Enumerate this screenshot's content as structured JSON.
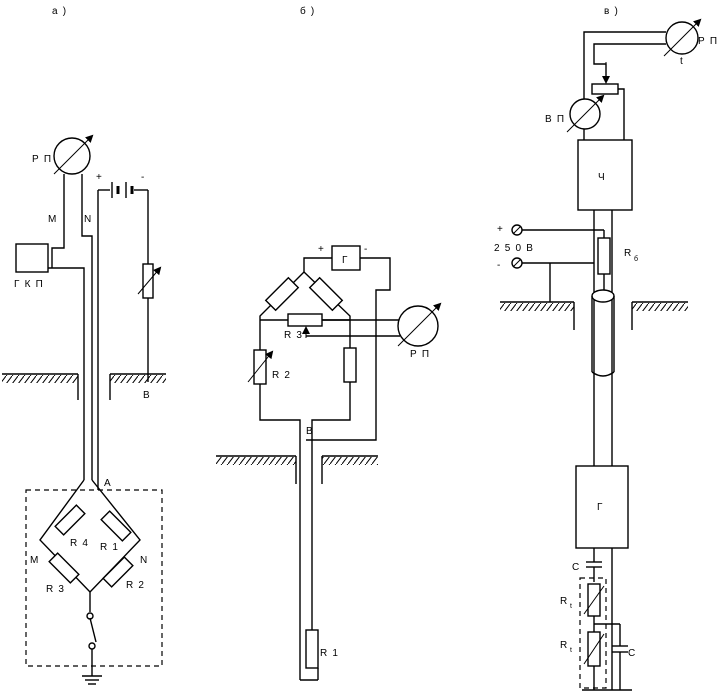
{
  "panels": {
    "a": {
      "tag": "а )",
      "meter": "Р П",
      "gkp": "Г К П",
      "wire_m": "М",
      "wire_n": "N",
      "plus": "+",
      "minus": "-",
      "node_b": "В",
      "node_a": "А",
      "node_m": "М",
      "node_n": "N",
      "r4": "R 4",
      "r1": "R 1",
      "r3": "R 3",
      "r2": "R 2"
    },
    "b": {
      "tag": "б )",
      "gen": "Г",
      "plus": "+",
      "minus": "-",
      "r3": "R 3",
      "r2": "R 2",
      "meter": "Р П",
      "node_b": "В",
      "r1": "R 1"
    },
    "c": {
      "tag": "в )",
      "meter_rp": "Р П",
      "t_label": "t",
      "meter_vp": "В П",
      "freq_box": "Ч",
      "plus": "+",
      "minus": "-",
      "voltage": "2 5 0  В",
      "r_label": "R",
      "r_sub": "б",
      "gen": "Г",
      "cap_top": "С",
      "rt1": "R",
      "rt1_sub": "t",
      "rt2": "R",
      "rt2_sub": "t",
      "cap_side": "С"
    }
  }
}
